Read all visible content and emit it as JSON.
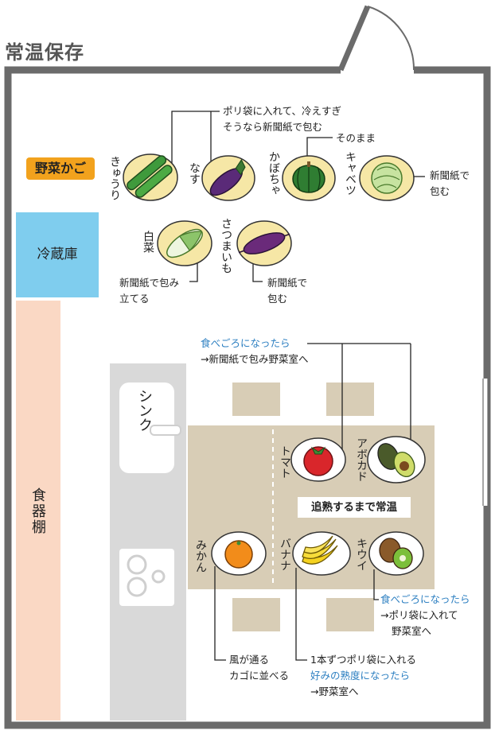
{
  "title": "常温保存",
  "labels": {
    "vegetable_basket": "野菜かご",
    "fridge": "冷蔵庫",
    "dish_shelf": "食器棚",
    "sink": "シンク",
    "ripen": "追熟するまで常温"
  },
  "produce": {
    "cucumber": "きゅうり",
    "eggplant": "なす",
    "pumpkin": "かぼちゃ",
    "cabbage": "キャベツ",
    "hakusai": "白菜",
    "sweet_potato": "さつまいも",
    "tomato": "トマト",
    "avocado": "アボカド",
    "mandarin": "みかん",
    "banana": "バナナ",
    "kiwi": "キウイ"
  },
  "notes": {
    "plastic_bag": [
      "ポリ袋に入れて、冷えすぎ",
      "そうなら新聞紙で包む"
    ],
    "as_is": "そのまま",
    "cabbage_note": [
      "新聞紙で",
      "包む"
    ],
    "hakusai_note": [
      "新聞紙で包み",
      "立てる"
    ],
    "sweet_potato_note": [
      "新聞紙で",
      "包む"
    ],
    "tomato_avocado_note": [
      "食べごろになったら",
      "→新聞紙で包み野菜室へ"
    ],
    "kiwi_note": [
      "食べごろになったら",
      "→ポリ袋に入れて",
      "野菜室へ"
    ],
    "mandarin_note": [
      "風が通る",
      "カゴに並べる"
    ],
    "banana_note": [
      "1本ずつポリ袋に入れる",
      "好みの熟度になったら",
      "→野菜室へ"
    ]
  },
  "colors": {
    "wall": "#6b6b6b",
    "tag_orange": "#f2a21d",
    "fridge_blue": "#7fcdee",
    "shelf_peach": "#fad8c4",
    "plate_yellow": "#f6e7a6",
    "table_beige": "#d8cdb6",
    "counter_gray": "#d9d9d9",
    "note_blue": "#2c7fc1"
  }
}
